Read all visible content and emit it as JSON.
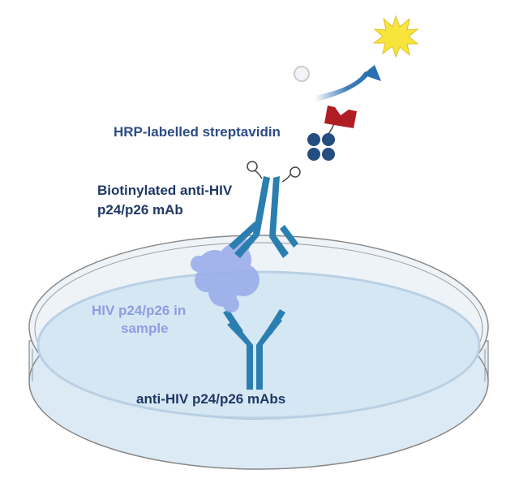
{
  "labels": {
    "hrp_streptavidin": "HRP-labelled streptavidin",
    "biotinylated_line1": "Biotinylated anti-HIV",
    "biotinylated_line2": "p24/p26 mAb",
    "antigen_line1": "HIV p24/p26 in",
    "antigen_line2": "sample",
    "capture_antibody": "anti-HIV p24/p26 mAbs"
  },
  "colors": {
    "label_dark": "#2b4c86",
    "label_navy": "#1f3864",
    "antigen_label": "#8c9ee0",
    "antibody": "#2a7fb0",
    "hrp": "#b01e24",
    "streptavidin": "#244d80",
    "star": "#f7e53b",
    "antigen": "#9aaeea",
    "dish_liquid": "#d9e9f5"
  }
}
